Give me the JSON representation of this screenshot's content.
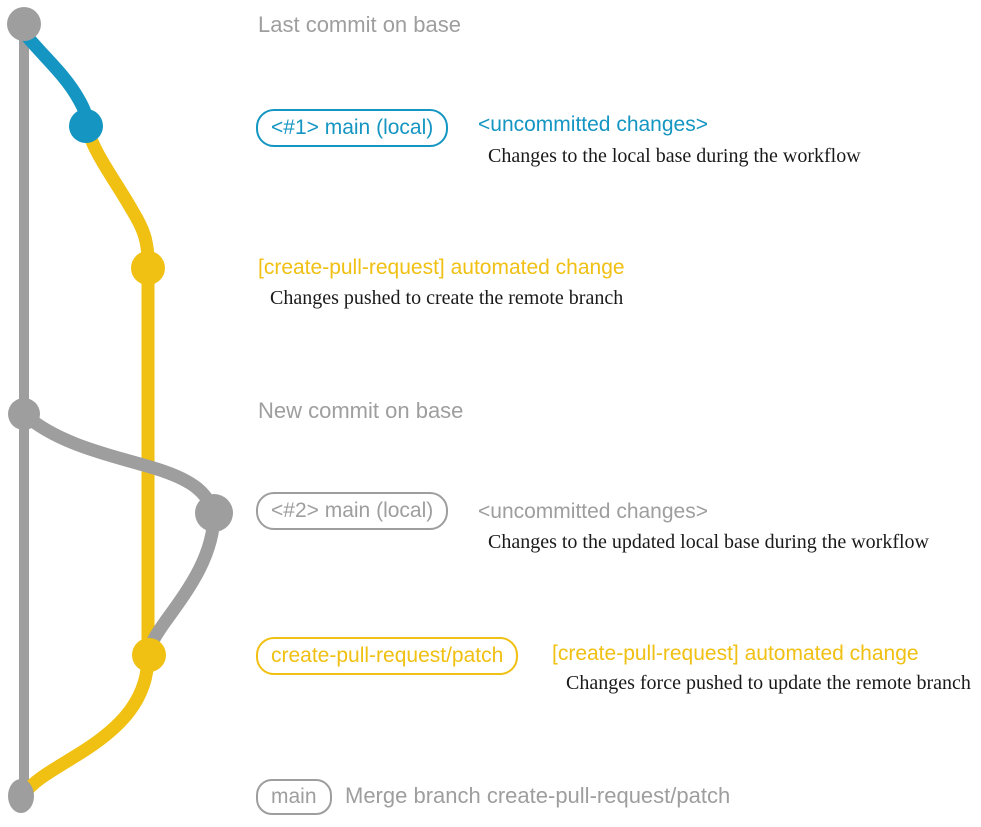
{
  "colors": {
    "gray": "#9e9e9e",
    "blue": "#1596c2",
    "yellow": "#f0c012",
    "caption": "#1a1a1a",
    "background": "#ffffff"
  },
  "graph": {
    "branches": [
      {
        "name": "base",
        "color": "#9e9e9e"
      },
      {
        "name": "local uncommitted changes",
        "color": "#1596c2"
      },
      {
        "name": "create-pull-request/patch",
        "color": "#f0c012"
      }
    ]
  },
  "annotations": {
    "last_commit": {
      "label": "Last commit on base"
    },
    "local1": {
      "tag": "<#1> main (local)",
      "status": "<uncommitted changes>",
      "caption": "Changes to the local base during the workflow"
    },
    "push1": {
      "heading": "[create-pull-request] automated change",
      "caption": "Changes pushed to create the remote branch"
    },
    "new_commit": {
      "label": "New commit on base"
    },
    "local2": {
      "tag": "<#2> main (local)",
      "status": "<uncommitted changes>",
      "caption": "Changes to the updated local base during the workflow"
    },
    "push2": {
      "tag": "create-pull-request/patch",
      "heading": "[create-pull-request] automated change",
      "caption": "Changes force pushed to update the remote branch"
    },
    "merge": {
      "tag": "main",
      "label": "Merge branch create-pull-request/patch"
    }
  }
}
